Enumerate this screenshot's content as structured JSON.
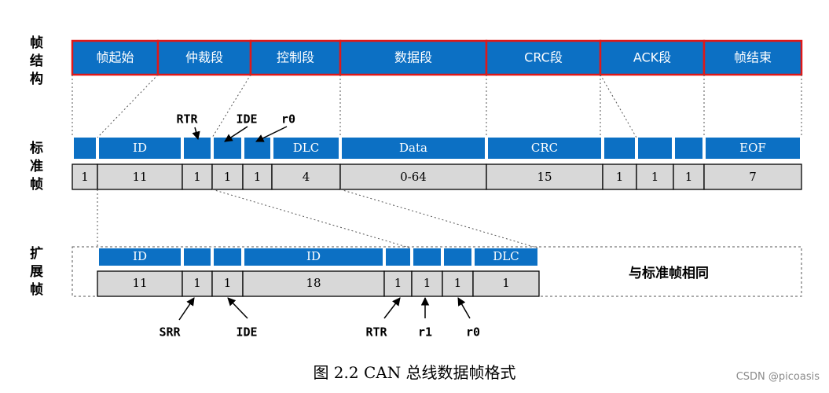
{
  "rows": {
    "frame_structure": "帧结构",
    "standard_frame": "标准帧",
    "extended_frame": "扩展帧"
  },
  "frame_fields": [
    "帧起始",
    "仲裁段",
    "控制段",
    "数据段",
    "CRC段",
    "ACK段",
    "帧结束"
  ],
  "standard": {
    "names": [
      "",
      "ID",
      "",
      "",
      "",
      "DLC",
      "Data",
      "CRC",
      "",
      "",
      "",
      "EOF"
    ],
    "bits": [
      "1",
      "11",
      "1",
      "1",
      "1",
      "4",
      "0-64",
      "15",
      "1",
      "1",
      "1",
      "7"
    ],
    "labels": [
      "RTR",
      "IDE",
      "r0"
    ]
  },
  "extended": {
    "names": [
      "ID",
      "",
      "",
      "ID",
      "",
      "",
      "",
      "DLC"
    ],
    "bits": [
      "11",
      "1",
      "1",
      "18",
      "1",
      "1",
      "1",
      "1"
    ],
    "labels": [
      "SRR",
      "IDE",
      "RTR",
      "r1",
      "r0"
    ],
    "same_as_standard": "与标准帧相同"
  },
  "caption": "图 2.2 CAN 总线数据帧格式",
  "watermark": "CSDN @picoasis",
  "colors": {
    "field_blue": "#0c70c4",
    "frame_border": "#e01818",
    "bit_fill": "#d8d8d8",
    "text_white": "#ffffff"
  }
}
